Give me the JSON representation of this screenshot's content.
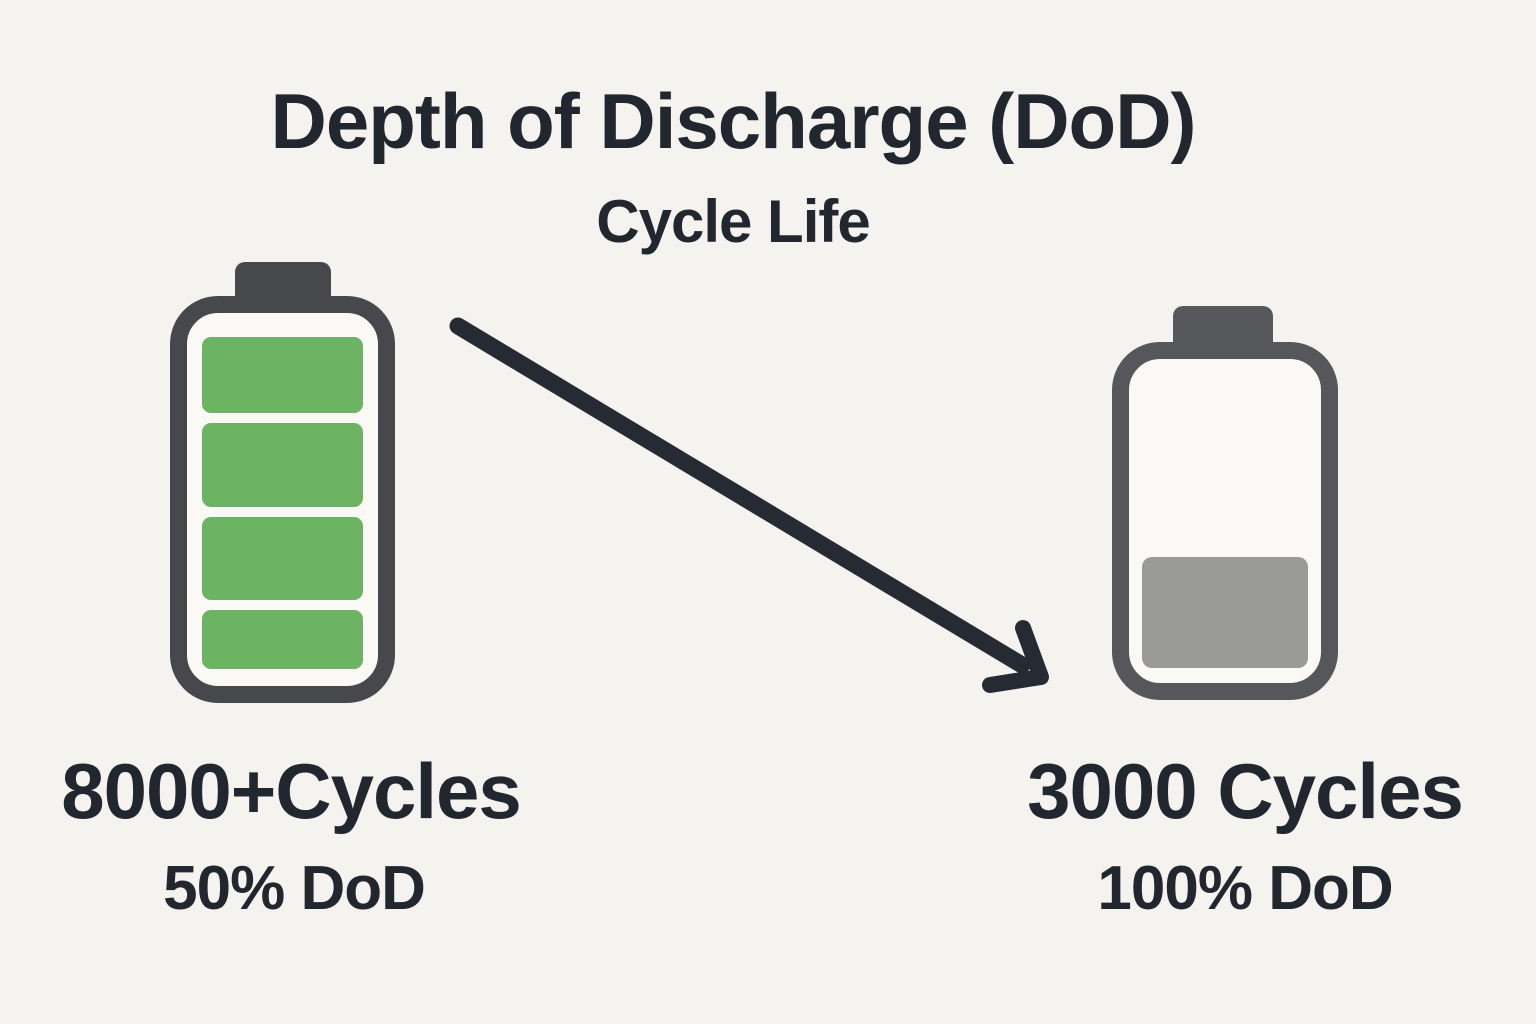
{
  "title": "Depth of Discharge (DoD)",
  "subtitle": "Cycle Life",
  "left_battery": {
    "cycles_label": "8000+Cycles",
    "dod_label": "50% DoD",
    "charge_segments": 4,
    "state": "full"
  },
  "right_battery": {
    "cycles_label": "3000 Cycles",
    "dod_label": "100% DoD",
    "charge_segments": 1,
    "state": "low"
  },
  "arrow": {
    "direction": "down-right"
  },
  "colors": {
    "background": "#f5f3ef",
    "text": "#22262e",
    "outline_left": "#46484c",
    "outline_right": "#55575a",
    "inner": "#fbf9f6",
    "fill_left": "#6cb464",
    "fill_right": "#9a9a99",
    "arrow": "#262a33"
  }
}
